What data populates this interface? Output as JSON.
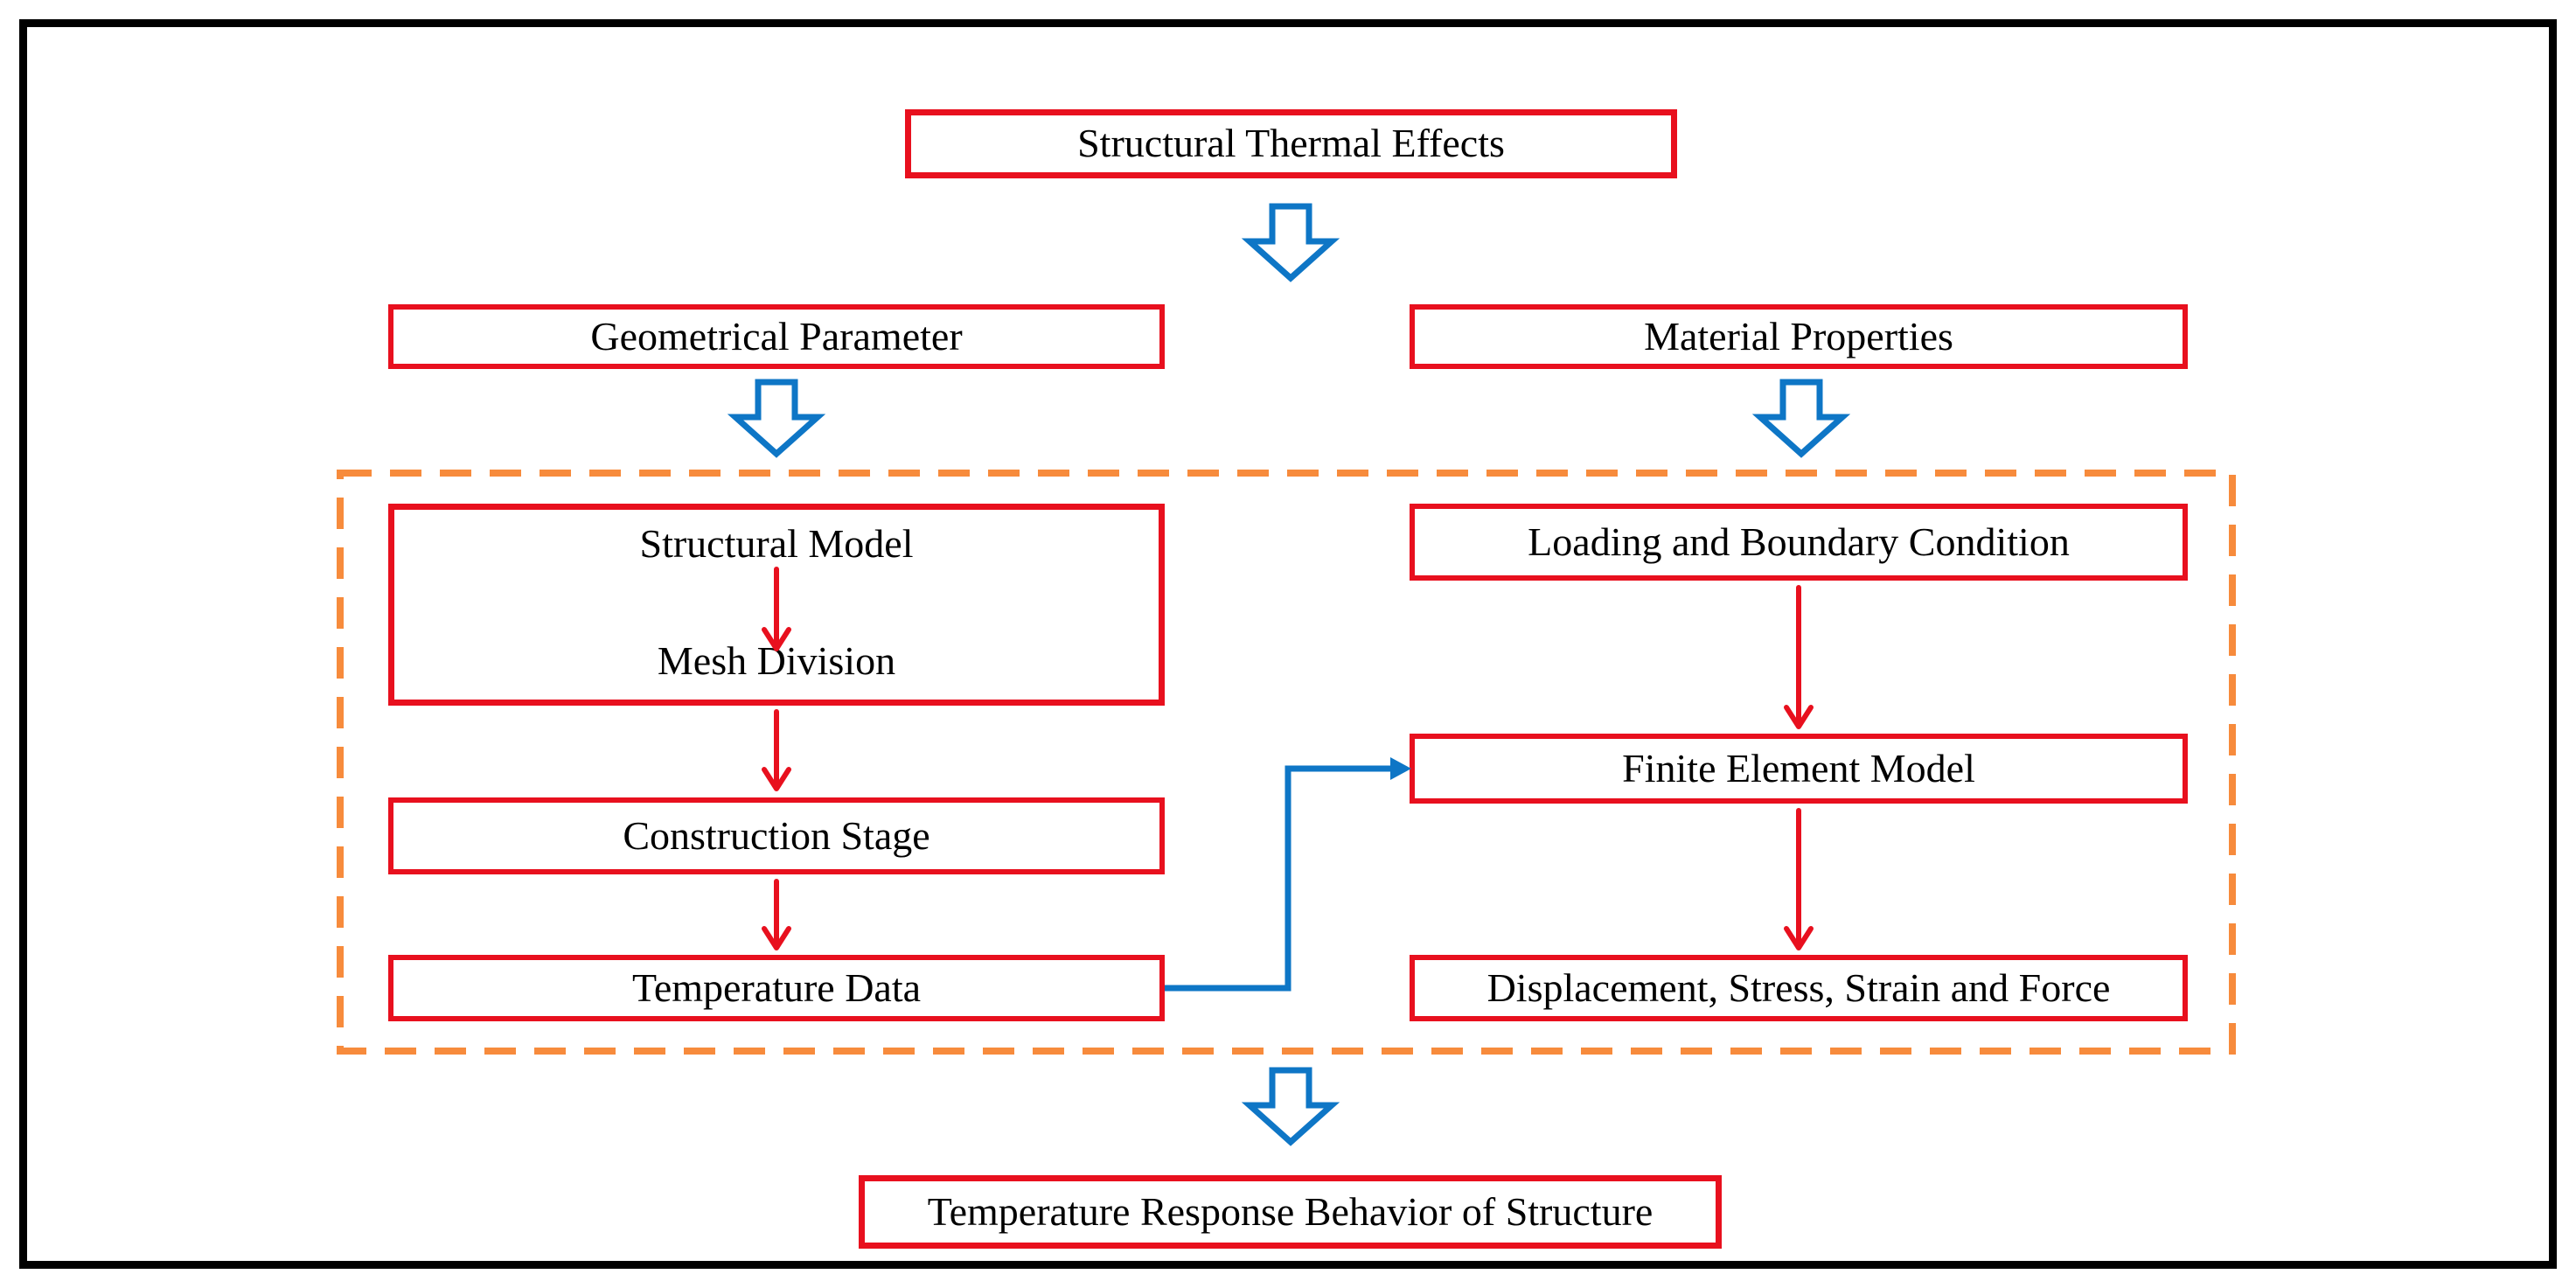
{
  "nodes": {
    "structural_thermal_effects": {
      "label": "Structural Thermal Effects"
    },
    "geometrical_parameter": {
      "label": "Geometrical Parameter"
    },
    "material_properties": {
      "label": "Material Properties"
    },
    "structural_model": {
      "label": "Structural Model"
    },
    "mesh_division": {
      "label": "Mesh Division"
    },
    "construction_stage": {
      "label": "Construction Stage"
    },
    "temperature_data": {
      "label": "Temperature Data"
    },
    "loading_and_boundary_condition": {
      "label": "Loading and Boundary Condition"
    },
    "finite_element_model": {
      "label": "Finite Element Model"
    },
    "displacement_stress_strain_force": {
      "label": "Displacement, Stress, Strain and Force"
    },
    "temperature_response": {
      "label": "Temperature Response Behavior of Structure"
    }
  },
  "edges": [
    {
      "from": "structural_thermal_effects",
      "to": "geometrical_parameter_and_material_properties",
      "style": "blue-block-arrow"
    },
    {
      "from": "geometrical_parameter",
      "to": "analysis-group",
      "style": "blue-block-arrow"
    },
    {
      "from": "material_properties",
      "to": "analysis-group",
      "style": "blue-block-arrow"
    },
    {
      "from": "structural_model",
      "to": "mesh_division",
      "style": "red-arrow"
    },
    {
      "from": "mesh_division",
      "to": "construction_stage",
      "style": "red-arrow"
    },
    {
      "from": "construction_stage",
      "to": "temperature_data",
      "style": "red-arrow"
    },
    {
      "from": "temperature_data",
      "to": "finite_element_model",
      "style": "blue-elbow-arrow"
    },
    {
      "from": "loading_and_boundary_condition",
      "to": "finite_element_model",
      "style": "red-arrow"
    },
    {
      "from": "finite_element_model",
      "to": "displacement_stress_strain_force",
      "style": "red-arrow"
    },
    {
      "from": "analysis-group",
      "to": "temperature_response",
      "style": "blue-block-arrow"
    }
  ],
  "groups": [
    {
      "name": "analysis-group",
      "style": "orange-dashed-rectangle",
      "contains": [
        "structural_model",
        "mesh_division",
        "construction_stage",
        "temperature_data",
        "loading_and_boundary_condition",
        "finite_element_model",
        "displacement_stress_strain_force"
      ]
    }
  ],
  "colors": {
    "box_border": "#e8101e",
    "red_arrow": "#e8101e",
    "blue_arrow": "#0e76c6",
    "dashed_group_border": "#f78b3c",
    "text": "#000000",
    "outer_frame": "#000000",
    "background": "#ffffff"
  }
}
